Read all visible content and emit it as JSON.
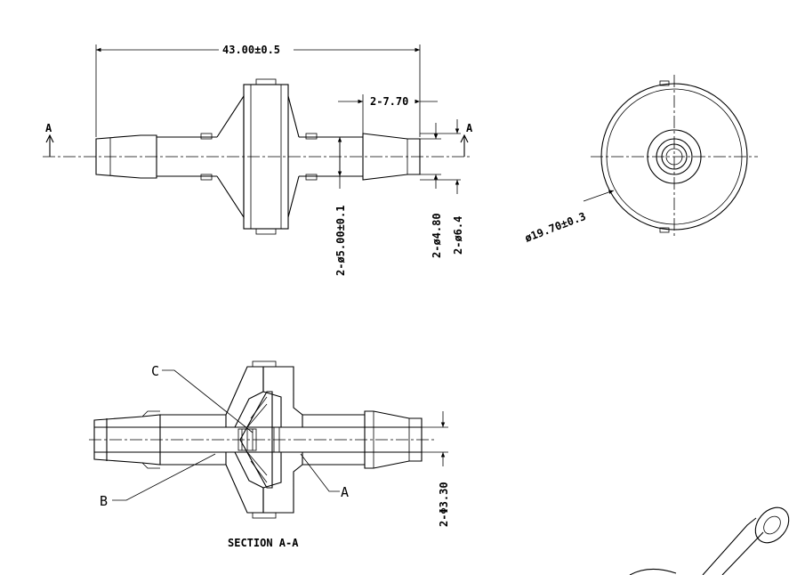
{
  "dimensions": {
    "overall_length": "43.00±0.5",
    "barb_length": "2-7.70",
    "body_diameter": "2-ø5.00±0.1",
    "barb_small_diameter": "2-ø4.80",
    "barb_large_diameter": "2-ø6.4",
    "flange_diameter": "ø19.70±0.3",
    "bore_diameter": "2-Φ3.30"
  },
  "section_markers": {
    "left": "A",
    "right": "A"
  },
  "section_labels": {
    "c": "C",
    "b": "B",
    "a": "A"
  },
  "section_title": "SECTION A-A"
}
